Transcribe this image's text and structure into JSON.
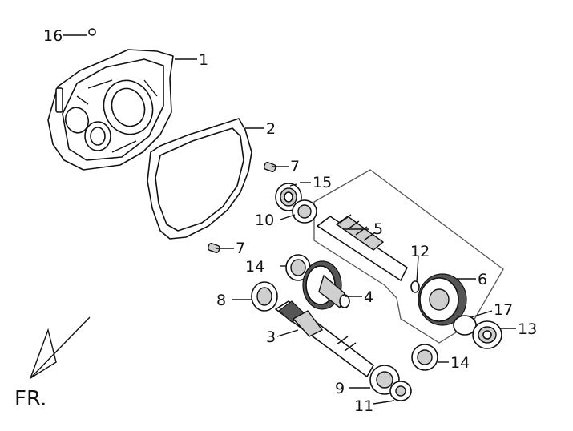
{
  "diagram": {
    "direction_label": "FR.",
    "callouts": {
      "c1": "1",
      "c2": "2",
      "c3": "3",
      "c4": "4",
      "c5": "5",
      "c6": "6",
      "c7a": "7",
      "c7b": "7",
      "c8": "8",
      "c9": "9",
      "c10": "10",
      "c11": "11",
      "c12": "12",
      "c13": "13",
      "c14a": "14",
      "c14b": "14",
      "c15": "15",
      "c16": "16",
      "c17": "17"
    }
  }
}
